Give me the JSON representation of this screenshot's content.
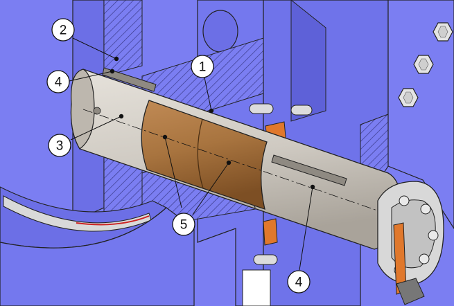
{
  "colors": {
    "housing": "#7b7ef2",
    "housing_dark": "#5e61d8",
    "housing_light": "#9c9ff7",
    "shaft": "#cfcac2",
    "shaft_shadow": "#a9a39a",
    "bushing": "#a8743f",
    "bushing_dark": "#7d4f24",
    "orange": "#e0782c",
    "outline": "#222222",
    "hatch": "#3a3a8a"
  },
  "callouts": [
    {
      "label": "2"
    },
    {
      "label": "1"
    },
    {
      "label": "4"
    },
    {
      "label": "3"
    },
    {
      "label": "5"
    },
    {
      "label": "4"
    }
  ]
}
